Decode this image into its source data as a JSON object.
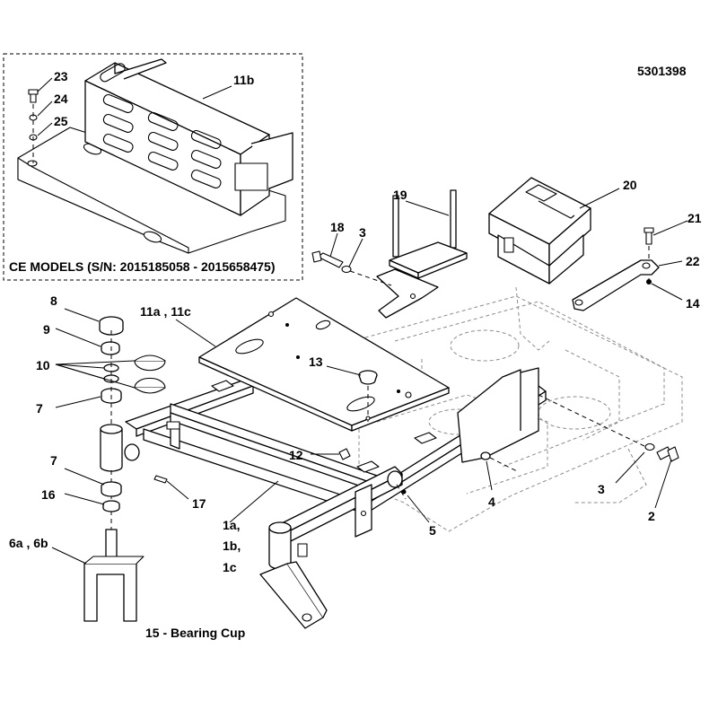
{
  "part_number": "5301398",
  "inset": {
    "caption": "CE MODELS (S/N: 2015185058 - 2015658475)",
    "labels": [
      "23",
      "24",
      "25",
      "11b"
    ]
  },
  "labels": {
    "l20": "20",
    "l19": "19",
    "l18": "18",
    "l3a": "3",
    "l21": "21",
    "l22": "22",
    "l14": "14",
    "l8": "8",
    "l11ac": "11a , 11c",
    "l9": "9",
    "l10": "10",
    "l13": "13",
    "l7a": "7",
    "l12": "12",
    "l7b": "7",
    "l16": "16",
    "l17": "17",
    "l4": "4",
    "l5": "5",
    "l3b": "3",
    "l2": "2",
    "l6": "6a , 6b",
    "l1a": "1a,",
    "l1b": "1b,",
    "l1c": "1c"
  },
  "note": "15 - Bearing Cup",
  "colors": {
    "line": "#000000",
    "ghost": "#8c8c8c",
    "background": "#ffffff"
  }
}
